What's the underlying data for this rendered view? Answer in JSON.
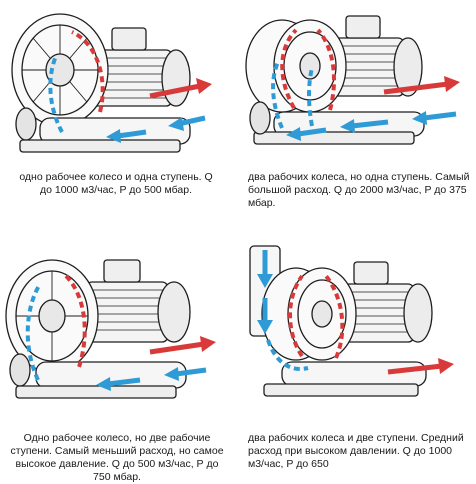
{
  "colors": {
    "inflow_arrow": "#2e9bd6",
    "outflow_arrow": "#d83a3a",
    "outline": "#1e1e1e"
  },
  "panels": [
    {
      "caption": "одно рабочее колесо и одна ступень. Q до 1000 м3/час, P до 500 мбар."
    },
    {
      "caption": "два рабочих колеса, но одна ступень. Самый большой расход. Q до 2000 м3/час, P до 375 мбар."
    },
    {
      "caption": "Одно рабочее колесо, но две рабочие ступени. Самый меньший расход, но самое высокое давление. Q до 500 м3/час, Р до 750 мбар."
    },
    {
      "caption": "два рабочих колеса и две ступени. Средний расход при высоком давлении. Q до 1000 м3/час, Р до 650"
    }
  ]
}
